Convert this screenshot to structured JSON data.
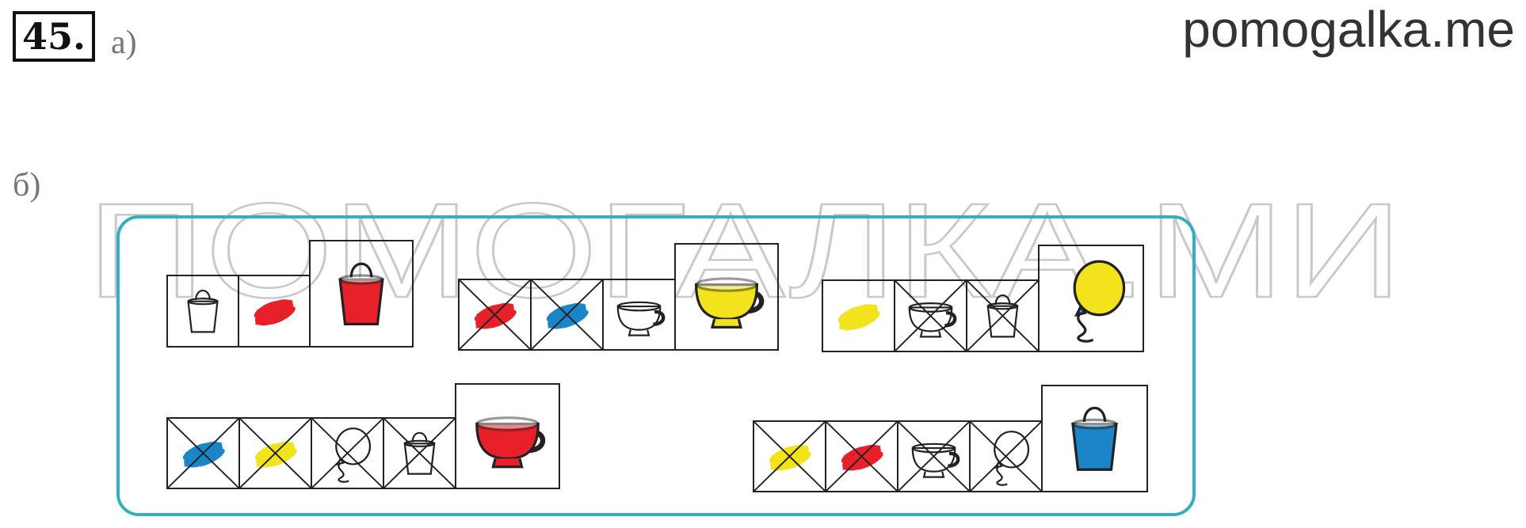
{
  "header": {
    "task_number": "45.",
    "part_a": "а)",
    "part_b": "б)",
    "site": "pomogalka.me"
  },
  "watermark": {
    "text": "ПОМОГАЛКА.МИ"
  },
  "colors": {
    "red": "#e8202a",
    "blue": "#1a86c8",
    "yellow": "#f2e31c",
    "panel_border": "#36aec2",
    "outline": "#222222"
  },
  "rows": [
    [
      {
        "cells": [
          {
            "icon": "bucket-outline-icon",
            "crossed": false
          },
          {
            "icon": "red-swatch-icon",
            "crossed": false
          }
        ],
        "answer": {
          "icon": "red-bucket-icon"
        }
      },
      {
        "cells": [
          {
            "icon": "red-swatch-icon",
            "crossed": true
          },
          {
            "icon": "blue-swatch-icon",
            "crossed": true
          },
          {
            "icon": "cup-outline-icon",
            "crossed": false
          }
        ],
        "answer": {
          "icon": "yellow-cup-icon"
        }
      },
      {
        "cells": [
          {
            "icon": "yellow-swatch-icon",
            "crossed": false
          },
          {
            "icon": "cup-outline-icon",
            "crossed": true
          },
          {
            "icon": "bucket-outline-icon",
            "crossed": true
          }
        ],
        "answer": {
          "icon": "yellow-balloon-icon"
        }
      }
    ],
    [
      {
        "cells": [
          {
            "icon": "blue-swatch-icon",
            "crossed": true
          },
          {
            "icon": "yellow-swatch-icon",
            "crossed": true
          },
          {
            "icon": "balloon-outline-icon",
            "crossed": true
          },
          {
            "icon": "bucket-outline-icon",
            "crossed": true
          }
        ],
        "answer": {
          "icon": "red-cup-icon"
        }
      },
      {
        "cells": [
          {
            "icon": "yellow-swatch-icon",
            "crossed": true
          },
          {
            "icon": "red-swatch-icon",
            "crossed": true
          },
          {
            "icon": "cup-outline-icon",
            "crossed": true
          },
          {
            "icon": "balloon-outline-icon",
            "crossed": true
          }
        ],
        "answer": {
          "icon": "blue-bucket-icon"
        }
      }
    ]
  ]
}
